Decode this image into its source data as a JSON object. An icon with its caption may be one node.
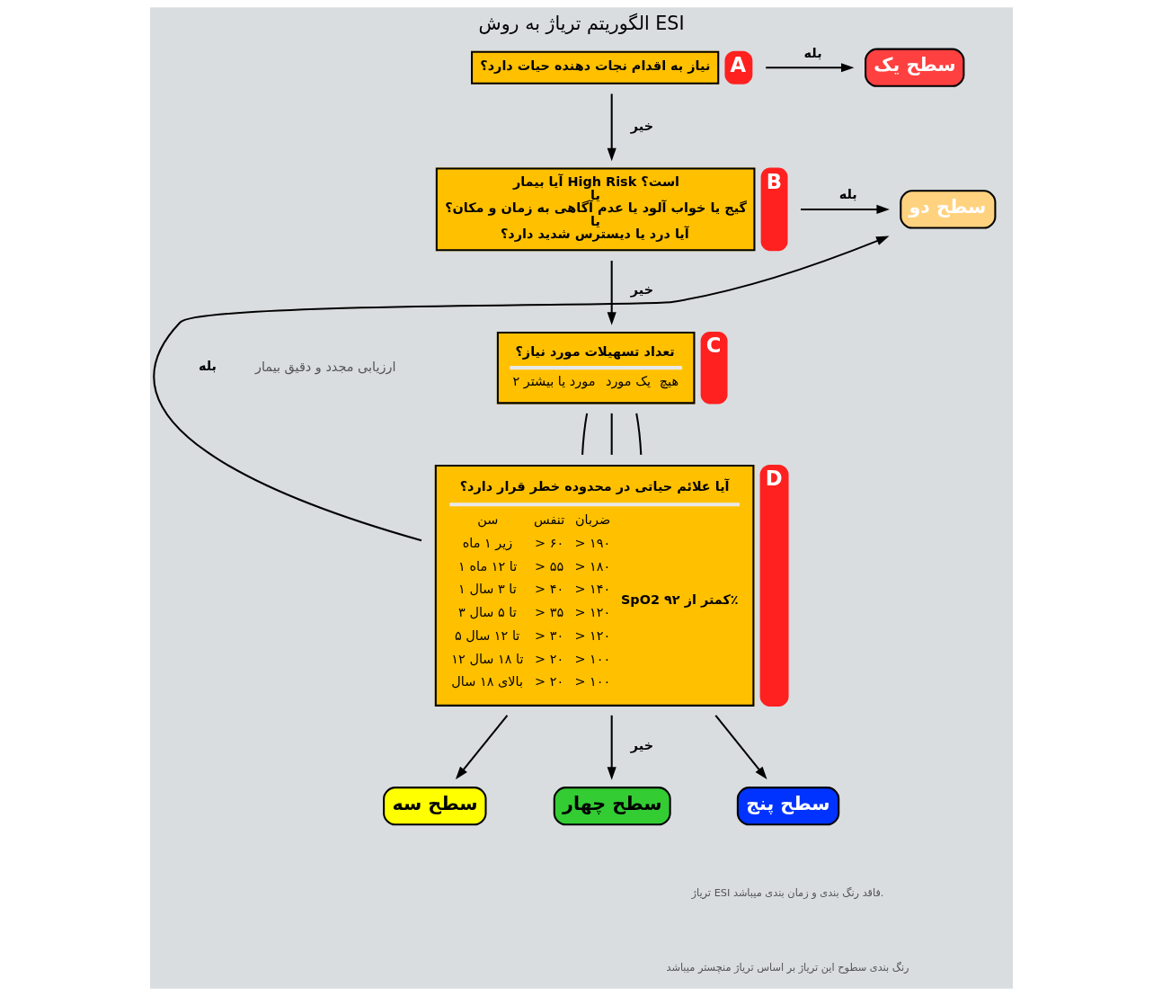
{
  "diagram": {
    "title": "الگوریتم تریاژ به روش ESI",
    "nodes": [
      {
        "text": [
          "نیاز به اقدام نجات دهنده حیات دارد؟"
        ],
        "beside": [
          "A"
        ]
      },
      {
        "text": [
          "سطح یک"
        ]
      },
      {
        "text": [
          "آیا بیمار High Risk است؟",
          "یا",
          "گیج یا خواب آلود یا عدم آگاهی به زمان و مکان؟",
          "یا",
          "آیا درد یا دیسترس شدید دارد؟"
        ],
        "beside": [
          "B"
        ]
      },
      {
        "text": [
          "سطح دو"
        ]
      },
      {
        "text": [
          "تعداد تسهیلات مورد نیاز؟",
          "هیچ",
          "یک مورد",
          "۲ مورد یا بیشتر"
        ],
        "beside": [
          "C"
        ]
      },
      {
        "text": [
          "آیا علائم حیاتی در محدوده خطر قرار دارد؟",
          "ضربان",
          "تنفس",
          "سن",
          "> ۱۹۰",
          "> ۶۰",
          "زیر ۱ ماه",
          "> ۱۸۰",
          "> ۵۵",
          "۱ تا ۱۲ ماه",
          "> ۱۴۰",
          "> ۴۰",
          "۱ تا ۳ سال",
          "> ۱۲۰",
          "> ۳۵",
          "۳ تا ۵ سال",
          "> ۱۲۰",
          "> ۳۰",
          "۵ تا ۱۲ سال",
          "> ۱۰۰",
          "> ۲۰",
          "۱۲ تا ۱۸ سال",
          "> ۱۰۰",
          "> ۲۰",
          "بالای ۱۸ سال",
          "SpO2 کمتر از ۹۲٪"
        ],
        "beside": [
          "D"
        ]
      },
      {
        "text": [
          "سطح سه"
        ]
      },
      {
        "text": [
          "سطح چهار"
        ]
      },
      {
        "text": [
          "سطح پنج"
        ]
      }
    ],
    "edges": [
      {
        "from": 0,
        "to": 1,
        "arrow": "to",
        "label": "بله"
      },
      {
        "from": 0,
        "to": 2,
        "arrow": "to",
        "label": "خیر"
      },
      {
        "from": 2,
        "to": 3,
        "arrow": "to",
        "label": "بله"
      },
      {
        "from": 2,
        "to": 4,
        "arrow": "to",
        "label": "خیر"
      },
      {
        "from": 4,
        "to": 5,
        "arrow": "none"
      },
      {
        "from": 4,
        "to": 5,
        "arrow": "none"
      },
      {
        "from": 4,
        "to": 5,
        "arrow": "none"
      },
      {
        "from": 5,
        "to": 3,
        "arrow": "to",
        "label": "بله"
      },
      {
        "from": 5,
        "to": 6,
        "arrow": "to"
      },
      {
        "from": 5,
        "to": 7,
        "arrow": "to",
        "label": "خیر"
      },
      {
        "from": 5,
        "to": 8,
        "arrow": "to"
      }
    ],
    "labels": [
      "ارزیابی مجدد و دقیق بیمار",
      "تریاژ ESI فاقد رنگ بندی و زمان بندی میباشد.",
      "رنگ بندی سطوح این تریاژ بر اساس تریاژ منچستر میباشد"
    ]
  }
}
